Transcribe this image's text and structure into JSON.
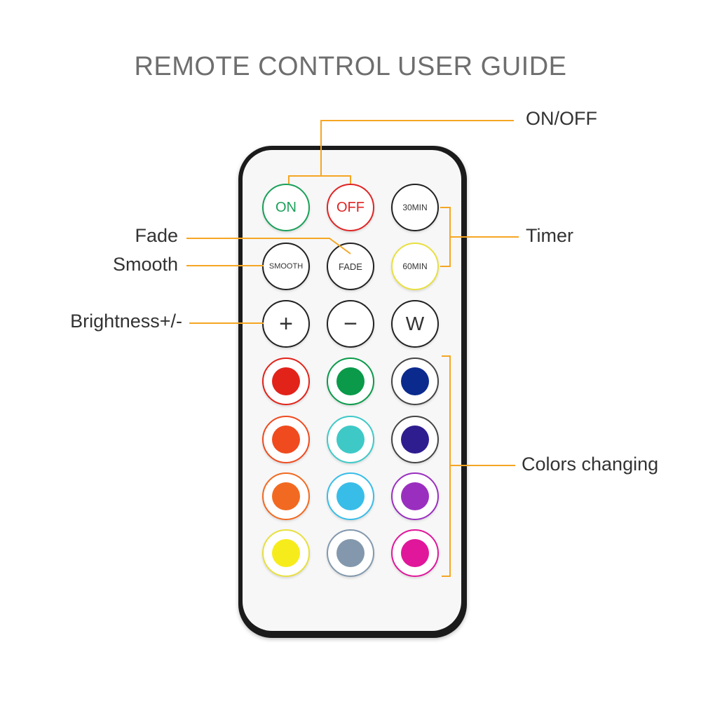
{
  "title": "REMOTE CONTROL USER GUIDE",
  "accent_line_color": "#f5a623",
  "labels": {
    "on_off": "ON/OFF",
    "timer": "Timer",
    "fade": "Fade",
    "smooth": "Smooth",
    "brightness": "Brightness+/-",
    "colors": "Colors changing"
  },
  "buttons": {
    "on": "ON",
    "off": "OFF",
    "timer30": "30MIN",
    "timer60": "60MIN",
    "smooth": "SMOOTH",
    "fade": "FADE",
    "plus": "+",
    "minus": "−",
    "white": "W"
  },
  "color_buttons": [
    {
      "name": "red",
      "color": "#e2231a"
    },
    {
      "name": "green",
      "color": "#0a9a4a"
    },
    {
      "name": "blue",
      "color": "#0b2a8e"
    },
    {
      "name": "orange-red",
      "color": "#ef4b1f"
    },
    {
      "name": "cyan",
      "color": "#3ec9c7"
    },
    {
      "name": "indigo",
      "color": "#2e1d8f"
    },
    {
      "name": "orange",
      "color": "#f26a21"
    },
    {
      "name": "light-blue",
      "color": "#38bde8"
    },
    {
      "name": "purple",
      "color": "#9a2fbf"
    },
    {
      "name": "yellow",
      "color": "#f7ec1b"
    },
    {
      "name": "gray-blue",
      "color": "#8398ad"
    },
    {
      "name": "magenta",
      "color": "#e0179a"
    }
  ]
}
